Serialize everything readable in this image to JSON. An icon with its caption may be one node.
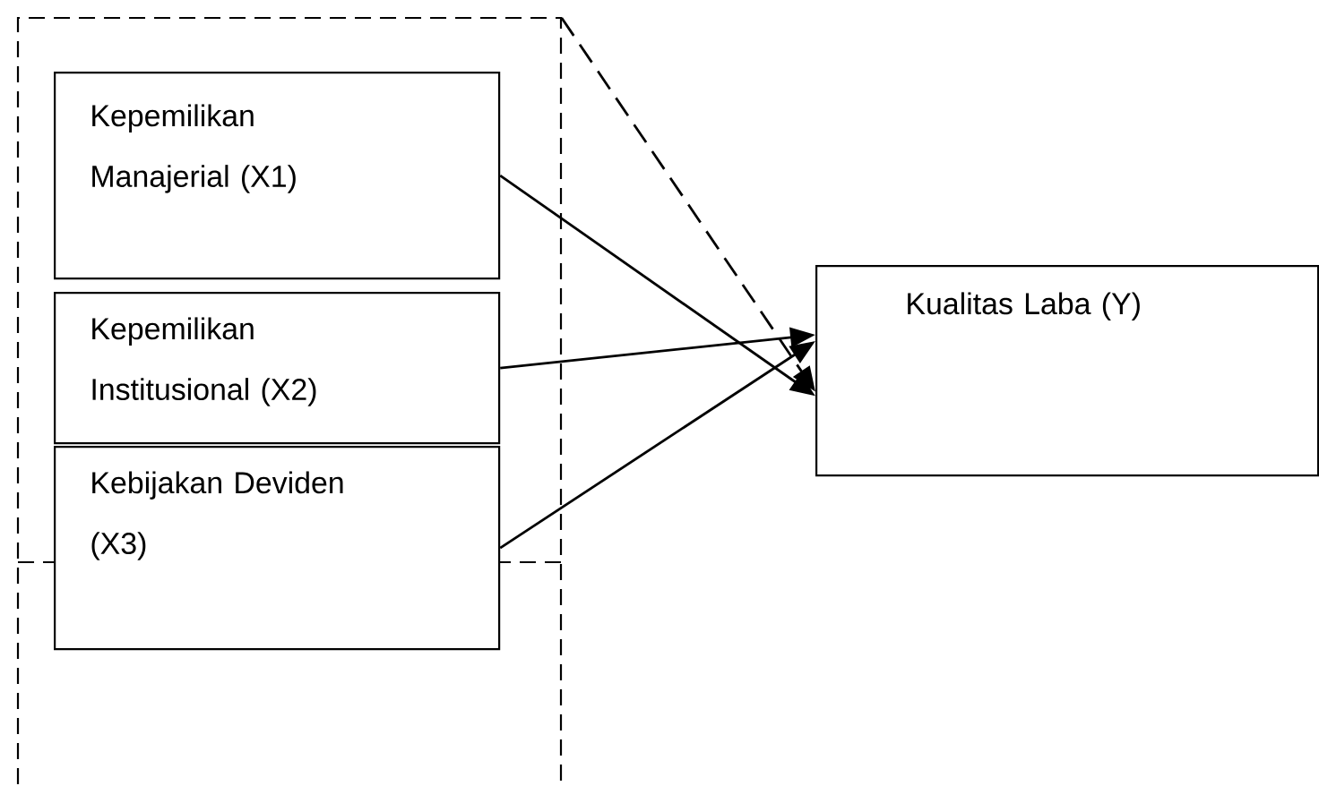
{
  "diagram": {
    "nodes": [
      {
        "text": [],
        "shape": "box"
      },
      {
        "text": [
          "Kepemilikan Manajerial (X1)"
        ],
        "in": 0
      },
      {
        "text": [
          "Kepemilikan Institusional (X2)"
        ],
        "in": 0
      },
      {
        "text": [
          "Kebijakan Deviden (X3)"
        ],
        "in": 0
      },
      {
        "text": [
          "Kualitas Laba (Y)"
        ]
      }
    ],
    "edges": [
      {
        "from": 1,
        "to": 4,
        "arrow": "to"
      },
      {
        "from": 2,
        "to": 4,
        "arrow": "to"
      },
      {
        "from": 3,
        "to": 4,
        "arrow": "to"
      },
      {
        "from": 0,
        "to": 4,
        "arrow": "to",
        "style": "dashed"
      }
    ]
  }
}
